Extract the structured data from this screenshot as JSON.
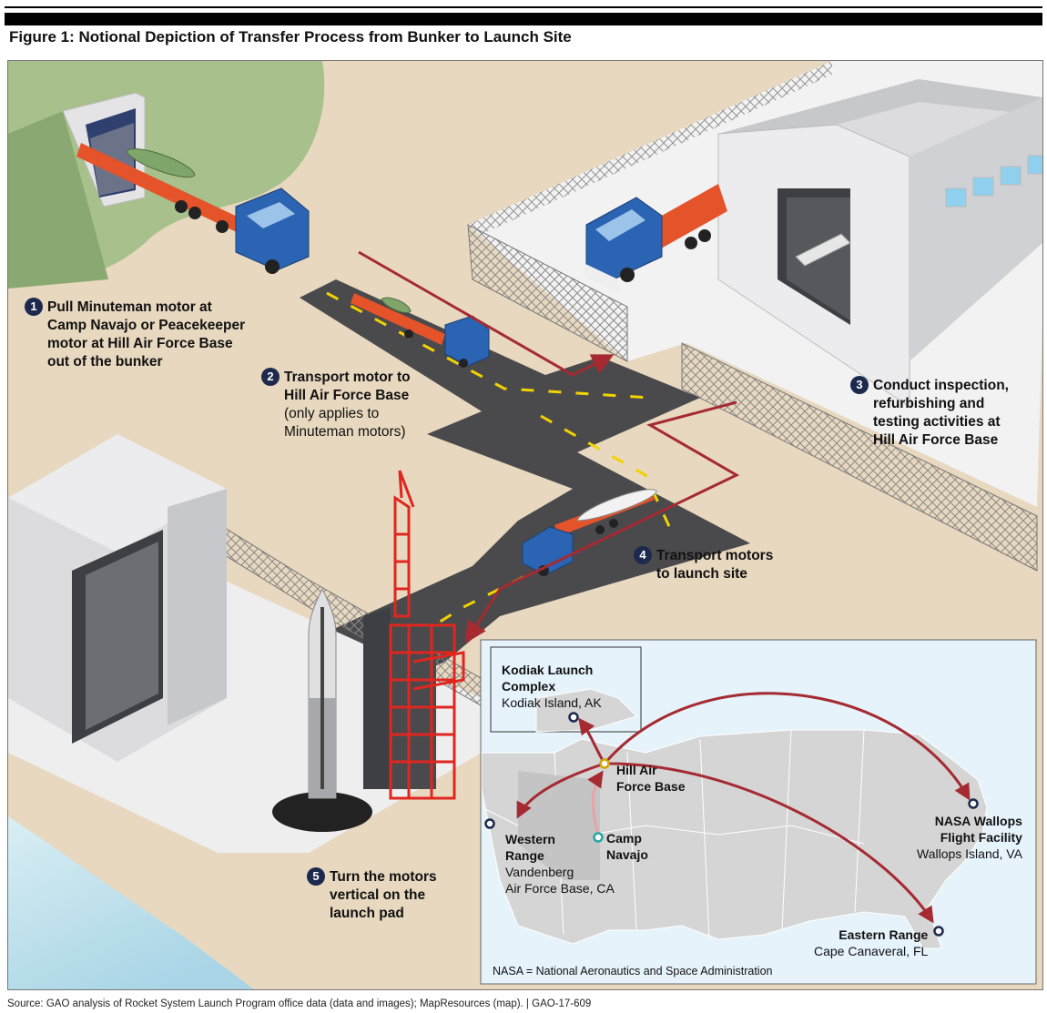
{
  "figure": {
    "title": "Figure 1: Notional Depiction of Transfer Process from Bunker to Launch Site",
    "source": "Source: GAO analysis of Rocket System Launch Program office data (data and images); MapResources (map).  |  GAO-17-609"
  },
  "steps": [
    {
      "number": "1",
      "lines": [
        "Pull Minuteman motor at",
        "Camp Navajo or Peacekeeper",
        "motor at Hill Air Force Base",
        "out of the bunker"
      ]
    },
    {
      "number": "2",
      "lines": [
        "Transport motor to",
        "Hill Air Force Base"
      ],
      "note_lines": [
        "(only applies to",
        "Minuteman motors)"
      ]
    },
    {
      "number": "3",
      "lines": [
        "Conduct inspection,",
        "refurbishing and",
        "testing activities at",
        "Hill Air Force Base"
      ]
    },
    {
      "number": "4",
      "lines": [
        "Transport motors",
        "to launch site"
      ]
    },
    {
      "number": "5",
      "lines": [
        "Turn the motors",
        "vertical on the",
        "launch pad"
      ]
    }
  ],
  "map": {
    "locations": [
      {
        "name_lines": [
          "Kodiak Launch",
          "Complex"
        ],
        "detail_lines": [
          "Kodiak Island, AK"
        ]
      },
      {
        "name_lines": [
          "Hill Air",
          "Force Base"
        ],
        "detail_lines": []
      },
      {
        "name_lines": [
          "Camp",
          "Navajo"
        ],
        "detail_lines": []
      },
      {
        "name_lines": [
          "Western",
          "Range"
        ],
        "detail_lines": [
          "Vandenberg",
          "Air Force Base, CA"
        ]
      },
      {
        "name_lines": [
          "NASA Wallops",
          "Flight Facility"
        ],
        "detail_lines": [
          "Wallops Island, VA"
        ]
      },
      {
        "name_lines": [
          "Eastern Range"
        ],
        "detail_lines": [
          "Cape Canaveral, FL"
        ]
      }
    ],
    "legend_note": "NASA = National Aeronautics and Space Administration"
  },
  "colors": {
    "ground": "#e7d8bf",
    "road": "#4a4a4c",
    "lane": "#f2d200",
    "arrow": "#a52a32",
    "trailer": "#e4532a",
    "truck": "#2b64b3",
    "building": "#e7e8ea",
    "tower": "#e0261f",
    "badge": "#1d2a4d",
    "map_land": "#d5d5d5",
    "map_water": "#e6f3fb"
  }
}
